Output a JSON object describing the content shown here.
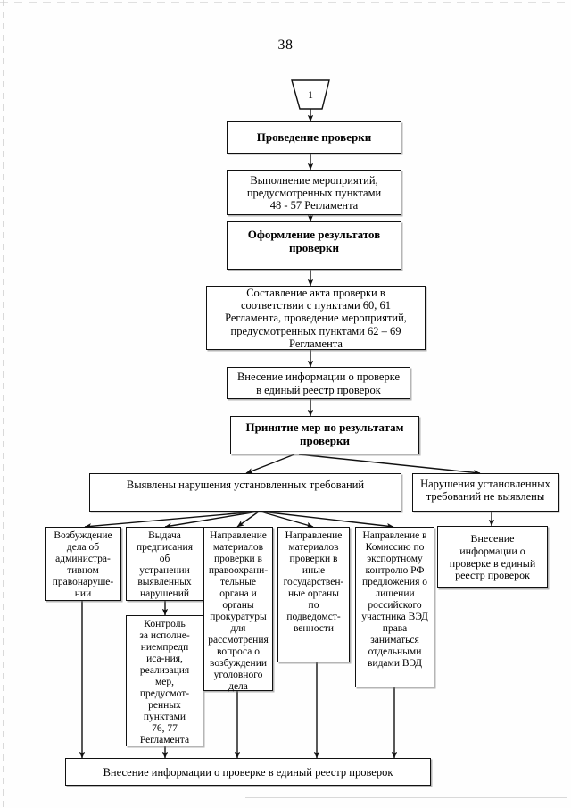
{
  "document": {
    "page_number": "38",
    "type": "flowchart"
  },
  "connector": {
    "name": "off-page-connector",
    "label": "1"
  },
  "nodes": {
    "conduct_inspection": "Проведение проверки",
    "perform_measures": "Выполнение мероприятий,\nпредусмотренных пунктами\n48 - 57 Регламента",
    "formalize_results": "Оформление результатов\nпроверки",
    "draw_up_act": "Составление акта проверки в\nсоответствии с пунктами 60, 61\nРегламента, проведение мероприятий,\nпредусмотренных пунктами 62 – 69\nРегламента",
    "enter_info_registry_upper": "Внесение информации о проверке\nв единый реестр проверок",
    "take_measures": "Принятие мер по результатам\nпроверки",
    "violations_found": "Выявлены нарушения установленных требований",
    "violations_not_found": "Нарушения установленных\nтребований не выявлены",
    "admin_case": "Возбуждение\nдела об\nадминистра-\nтивном\nправонаруше-\nнии",
    "issue_order": "Выдача\nпредписания\nоб\nустранении\nвыявленных\nнарушений",
    "control_execution": "Контроль\nза исполне-\nниемпредп\nиса-ния,\nреализация\nмер,\nпредусмот-\nренных\nпунктами\n76, 77\nРегламента",
    "send_to_law_enforcement": "Направление\nматериалов\nпроверки в\nправоохрани-\nтельные\nоргана и\nорганы\nпрокуратуры\nдля\nрассмотрения\nвопроса о\nвозбуждении\nуголовного\nдела",
    "send_to_other_state_bodies": "Направление\nматериалов\nпроверки в\nиные\nгосударствен-\nные органы\nпо\nподведомст-\nвенности",
    "send_to_export_commission": "Направление в\nКомиссию по\nэкспортному\nконтролю РФ\nпредложения о\nлишении\nроссийского\nучастника ВЭД\nправа\nзаниматься\nотдельными\nвидами ВЭД",
    "enter_info_registry_right": "Внесение\nинформации о\nпроверке в единый\nреестр проверок",
    "enter_info_registry_bottom": "Внесение информации о проверке в единый реестр проверок"
  },
  "style": {
    "line_color": "#111111",
    "box_fill": "#ffffff",
    "page_background": "#fefefe"
  }
}
